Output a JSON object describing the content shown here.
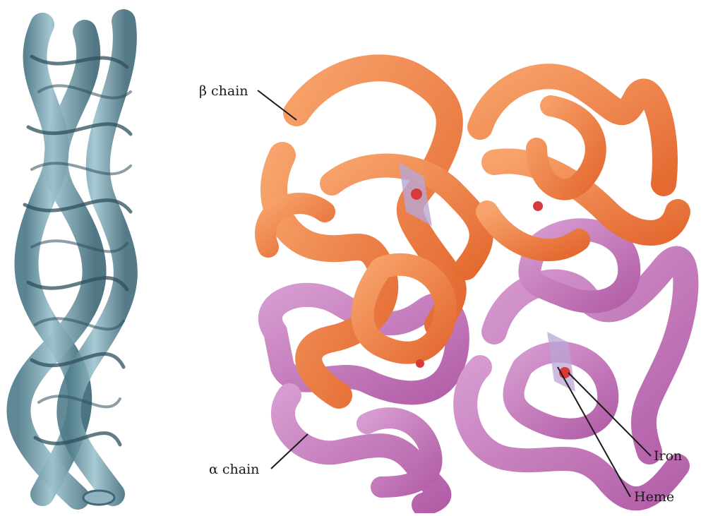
{
  "labels": {
    "beta_chain": "β chain",
    "alpha_chain": "α chain",
    "iron": "Iron",
    "heme": "Heme"
  },
  "colors": {
    "triple_helix": "#6e9aa8",
    "triple_helix_dark": "#2f4f5c",
    "beta_chain": "#f08a4b",
    "beta_chain_dark": "#c4512a",
    "alpha_chain": "#c77ab8",
    "alpha_chain_dark": "#8f3f86",
    "heme": "#d63a3a",
    "heme_plane": "#b9a6d6",
    "leader_line": "#1a1a1a"
  }
}
